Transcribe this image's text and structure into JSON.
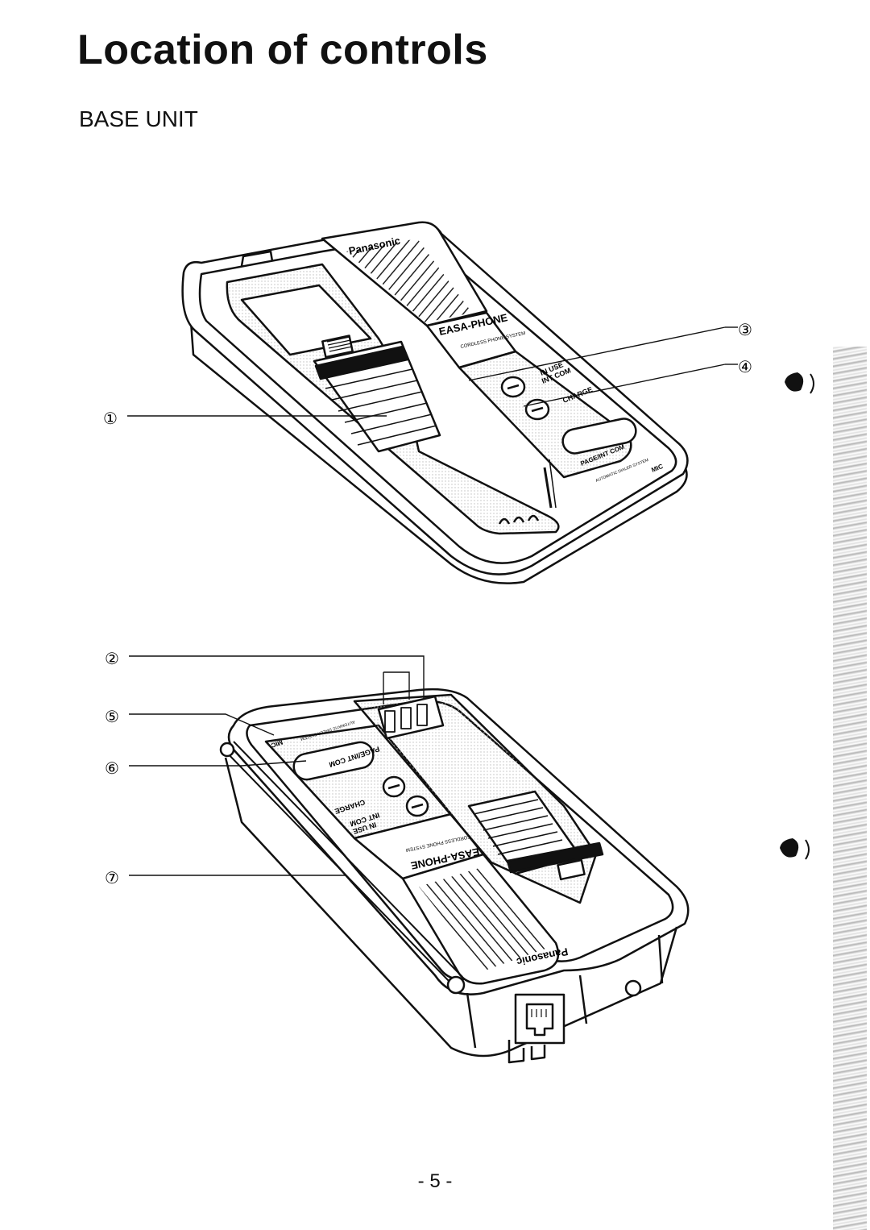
{
  "page": {
    "title": "Location of controls",
    "subtitle": "BASE UNIT",
    "page_number": "- 5 -"
  },
  "figure_top": {
    "brand": "Panasonic",
    "model": "EASA-PHONE",
    "model_sub": "CORDLESS PHONE SYSTEM",
    "in_use_label": "IN USE",
    "int_com_label": "INT COM",
    "charge_label": "CHARGE",
    "page_button_label": "PAGE/INT COM",
    "dialer_label": "AUTOMATIC DIALER SYSTEM",
    "mic_label": "MIC",
    "callouts": [
      {
        "mark": "①"
      },
      {
        "mark": "③"
      },
      {
        "mark": "④"
      }
    ]
  },
  "figure_bottom": {
    "brand": "Panasonic",
    "model": "EASA-PHONE",
    "model_sub": "CORDLESS PHONE SYSTEM",
    "in_use_label": "IN USE",
    "int_com_label": "INT COM",
    "charge_label": "CHARGE",
    "page_button_label": "PAGE/INT COM",
    "dialer_label": "AUTOMATIC DIALER SYSTEM",
    "mic_label": "MIC",
    "callouts": [
      {
        "mark": "②"
      },
      {
        "mark": "⑤"
      },
      {
        "mark": "⑥"
      },
      {
        "mark": "⑦"
      }
    ]
  }
}
